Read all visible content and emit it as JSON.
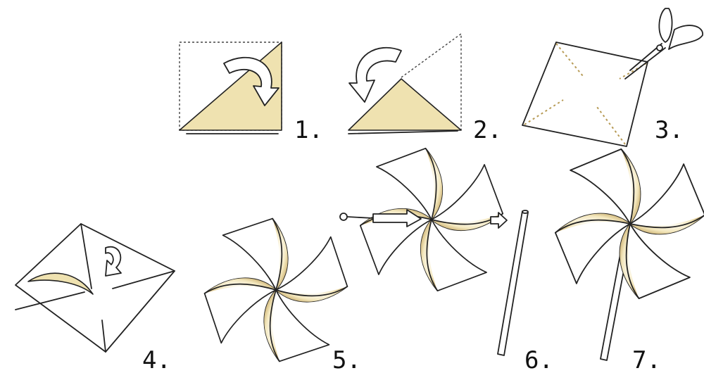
{
  "steps": [
    {
      "id": 1,
      "label": "1."
    },
    {
      "id": 2,
      "label": "2."
    },
    {
      "id": 3,
      "label": "3."
    },
    {
      "id": 4,
      "label": "4."
    },
    {
      "id": 5,
      "label": "5."
    },
    {
      "id": 6,
      "label": "6."
    },
    {
      "id": 7,
      "label": "7."
    }
  ],
  "colors": {
    "paper_fill": "#ffffff",
    "paper_shade": "#efe2b0",
    "outline": "#222222"
  },
  "icons": [
    "curved-fold-arrow",
    "scissors-icon",
    "pin-icon",
    "straight-arrow",
    "stick-icon"
  ]
}
